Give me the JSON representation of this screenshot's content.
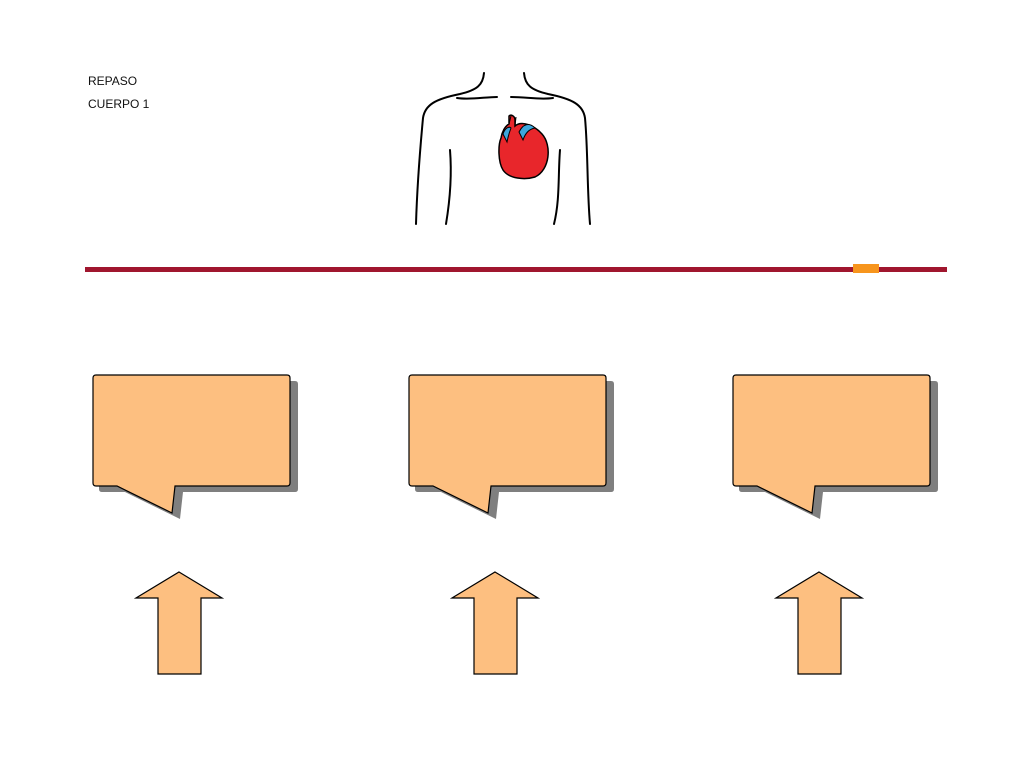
{
  "header": {
    "line1": "REPASO",
    "line2": "CUERPO 1"
  },
  "figure": {
    "name": "torso-with-heart",
    "outline_color": "#000000",
    "heart_color": "#e8262b",
    "vessel_color": "#3da6dc"
  },
  "divider": {
    "color": "#a0162e",
    "marker_color": "#f7951d"
  },
  "bubbles": [
    {
      "text": ""
    },
    {
      "text": ""
    },
    {
      "text": ""
    }
  ],
  "arrows": [
    {
      "direction": "up"
    },
    {
      "direction": "up"
    },
    {
      "direction": "up"
    }
  ],
  "colors": {
    "fill": "#fdbf80",
    "shadow": "#7f7f7f",
    "stroke": "#000000"
  }
}
